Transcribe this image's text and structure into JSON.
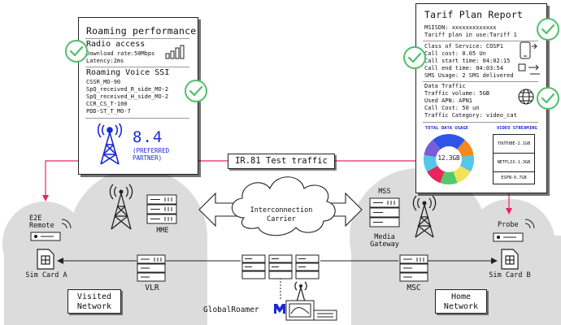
{
  "roaming": {
    "title": "Roaming performance",
    "radio_title": "Radio access",
    "radio_lines": [
      "Download rate:50Mbps",
      "Latency:2ms"
    ],
    "voice_title": "Roaming Voice SSI",
    "voice_lines": [
      "CSSR_MO-90",
      "SpQ_received_R_side_MO-2",
      "SpQ_received_H_side_MO-2",
      "CCR_CS_T-100",
      "PDD-ST_T_MO-7"
    ],
    "score": "8.4",
    "score_note_1": "(PREFERRED",
    "score_note_2": "PARTNER)"
  },
  "tariff": {
    "title": "Tarif Plan Report",
    "header_lines": [
      "MSISDN: xxxxxxxxxxxxx",
      "Tariff plan in use:Tariff 1"
    ],
    "service_lines": [
      "Class of Service: COSP1",
      "Call cost: 0.05 Un",
      "Call start time: 04:02:15",
      "Call end time: 04:03:54",
      "SMS Usage: 2 SMS delivered"
    ],
    "data_lines": [
      "Data Traffic",
      "Traffic volume: 5GB",
      "Used APN:  APN1",
      "Call Cost: 50 un",
      "Traffic Category: video_cat"
    ],
    "usage_title": "TOTAL DATA USAGE",
    "usage_center": "12.3GB",
    "streaming_title": "VIDEO STREAMING",
    "streaming_items": [
      "YOUTUBE-2.1GB",
      "NETFLIX-1.3GB",
      "ESPN-0.7GB"
    ]
  },
  "donut_colors": [
    "#2f55e8",
    "#f08a1e",
    "#53c7ea",
    "#f2e35a",
    "#52c96a",
    "#e8265a",
    "#53c7ea",
    "#7a5bd8",
    "#2f55e8"
  ],
  "labels": {
    "test_traffic": "IR.81 Test traffic",
    "interconnection_1": "Interconnection",
    "interconnection_2": "Carrier",
    "e2e_1": "E2E",
    "e2e_2": "Remote",
    "mme": "MME",
    "sim_a": "Sim Card A",
    "vlr": "VLR",
    "visited_1": "Visited",
    "visited_2": "Network",
    "global_roamer": "GlobalRoamer",
    "mss": "MSS",
    "media_1": "Media",
    "media_2": "Gateway",
    "msc": "MSC",
    "probe": "Probe",
    "sim_b": "Sim Card B",
    "home_1": "Home",
    "home_2": "Network"
  },
  "colors": {
    "accent_red": "#e8265a",
    "check_green": "#4fbf6a",
    "score_blue": "#1a2bd0",
    "cloud_grey": "#dcdcdc"
  }
}
